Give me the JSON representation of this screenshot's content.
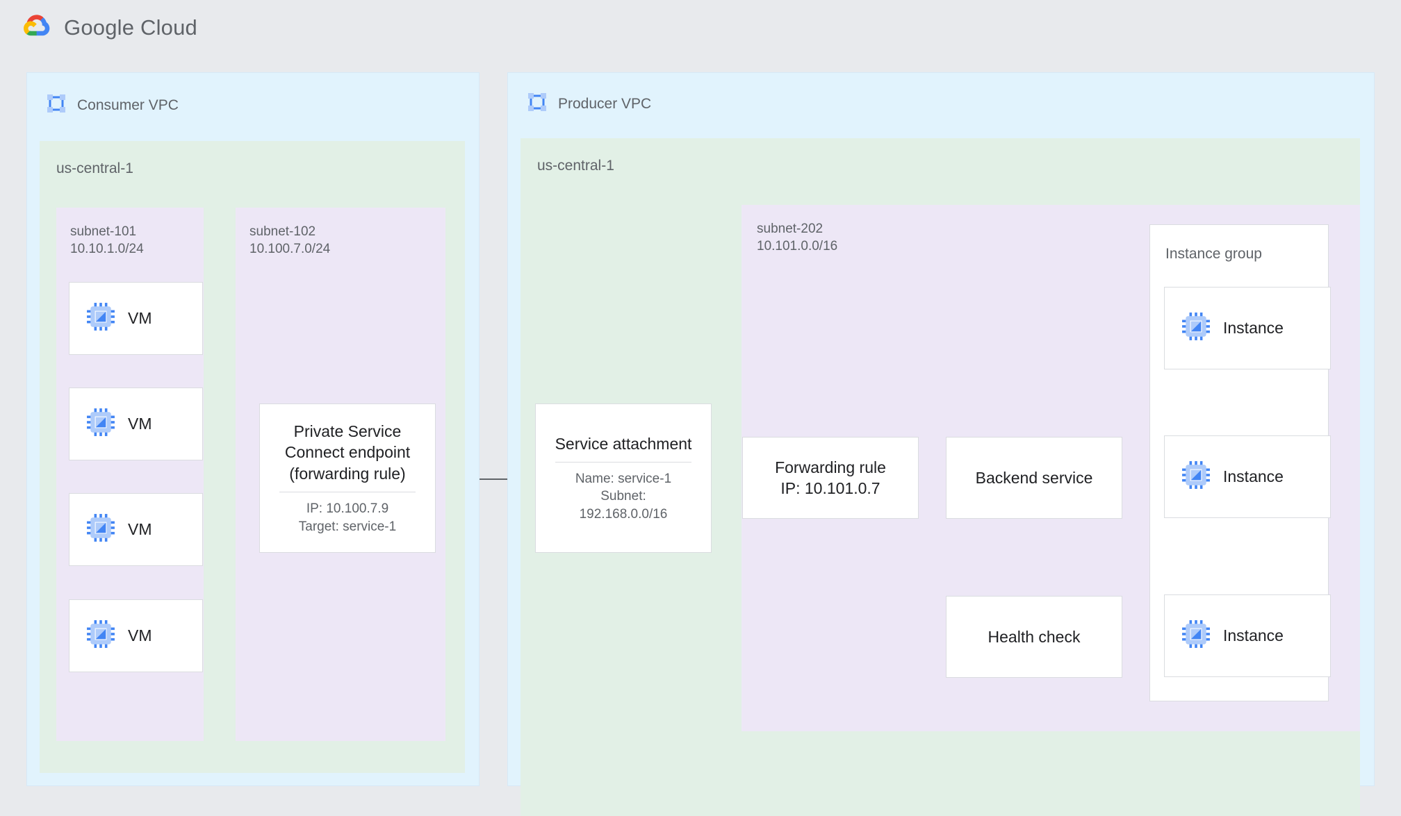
{
  "header": {
    "logo_icon": "google-cloud-logo",
    "brand_google": "Google",
    "brand_cloud": "Cloud"
  },
  "colors": {
    "page_background": "#e8eaed",
    "vpc_background": "#e1f3fd",
    "region_background": "#e2f0e6",
    "subnet_background": "#ede7f6",
    "node_background": "#ffffff",
    "node_border": "#dadce0",
    "connector": "#5f6368",
    "icon_blue": "#4285f4",
    "icon_blue_light": "#aecbfa",
    "text_primary": "#202124",
    "text_secondary": "#5f6368"
  },
  "consumer_vpc": {
    "title": "Consumer VPC",
    "icon": "vpc-network-icon",
    "region": {
      "label": "us-central-1",
      "subnets": [
        {
          "name": "subnet-101",
          "cidr": "10.10.1.0/24"
        },
        {
          "name": "subnet-102",
          "cidr": "10.100.7.0/24"
        }
      ]
    },
    "vms": [
      {
        "label": "VM",
        "icon": "vm-instance-icon"
      },
      {
        "label": "VM",
        "icon": "vm-instance-icon"
      },
      {
        "label": "VM",
        "icon": "vm-instance-icon"
      },
      {
        "label": "VM",
        "icon": "vm-instance-icon"
      }
    ],
    "psc_endpoint": {
      "title": "Private Service\nConnect endpoint\n(forwarding rule)",
      "detail_ip": "IP: 10.100.7.9",
      "detail_target": "Target: service-1"
    }
  },
  "producer_vpc": {
    "title": "Producer VPC",
    "icon": "vpc-network-icon",
    "region": {
      "label": "us-central-1",
      "subnet": {
        "name": "subnet-202",
        "cidr": "10.101.0.0/16"
      }
    },
    "service_attachment": {
      "title": "Service attachment",
      "detail_name": "Name: service-1",
      "detail_subnet_label": "Subnet:",
      "detail_subnet_value": "192.168.0.0/16"
    },
    "forwarding_rule": {
      "title": "Forwarding rule",
      "ip": "IP: 10.101.0.7"
    },
    "backend_service": {
      "title": "Backend service"
    },
    "health_check": {
      "title": "Health check"
    },
    "instance_group": {
      "label": "Instance group",
      "instances": [
        {
          "label": "Instance",
          "icon": "vm-instance-icon"
        },
        {
          "label": "Instance",
          "icon": "vm-instance-icon"
        },
        {
          "label": "Instance",
          "icon": "vm-instance-icon"
        }
      ]
    }
  }
}
